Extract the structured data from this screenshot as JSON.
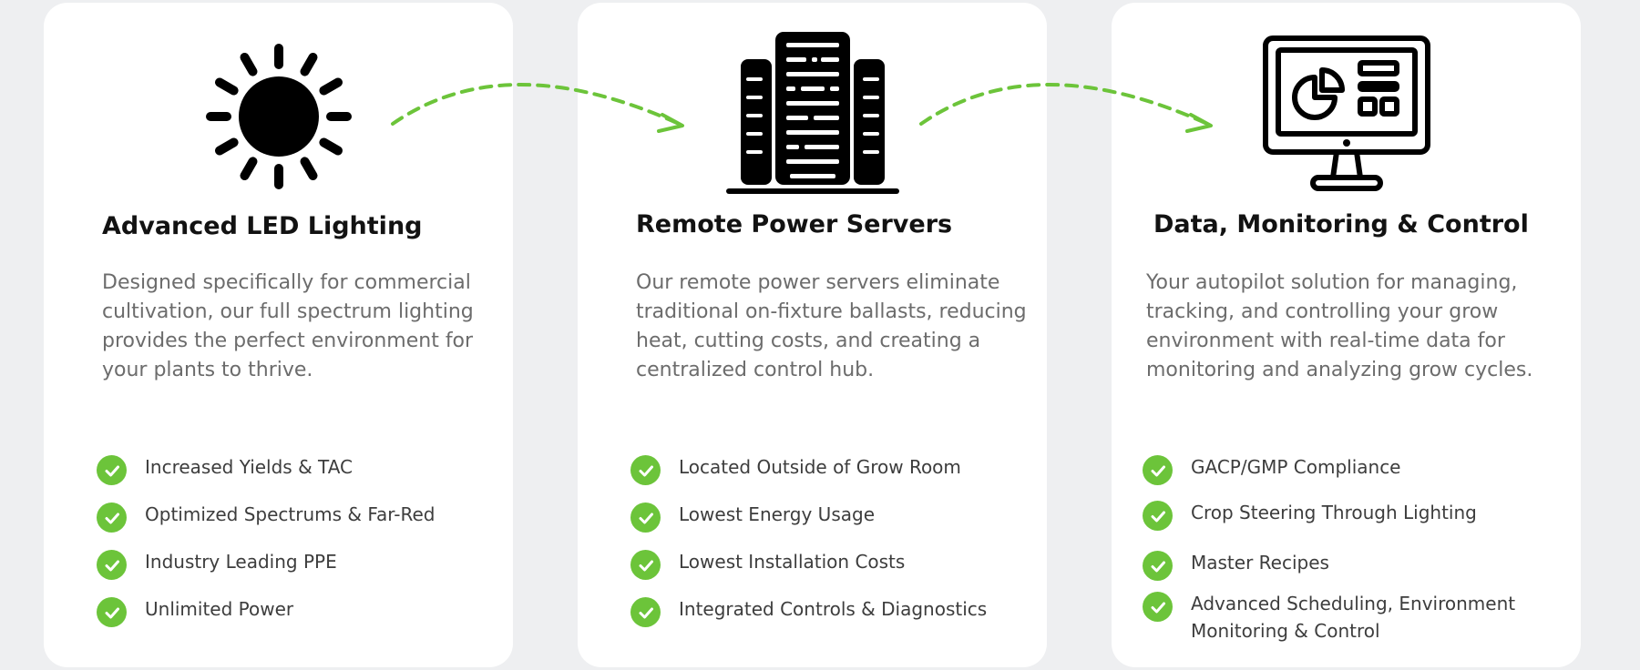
{
  "accent_color": "#6cc43a",
  "cards": [
    {
      "icon": "sun-icon",
      "title": "Advanced LED Lighting",
      "description": "Designed specifically for commercial cultivation, our full spectrum lighting provides the perfect environment for your plants to thrive.",
      "features": [
        "Increased Yields & TAC",
        "Optimized Spectrums & Far-Red",
        "Industry Leading PPE",
        "Unlimited Power"
      ]
    },
    {
      "icon": "server-building-icon",
      "title": "Remote Power Servers",
      "description": "Our remote power servers eliminate traditional on-fixture ballasts, reducing heat, cutting costs, and creating a centralized control hub.",
      "features": [
        "Located Outside of Grow Room",
        "Lowest Energy Usage",
        "Lowest Installation Costs",
        "Integrated Controls & Diagnostics"
      ]
    },
    {
      "icon": "monitor-dashboard-icon",
      "title": "Data, Monitoring & Control",
      "description": "Your autopilot solution for managing, tracking, and controlling your grow environment with real-time data for monitoring and analyzing grow cycles.",
      "features": [
        "GACP/GMP Compliance",
        "Crop Steering Through Lighting",
        "Master Recipes",
        "Advanced Scheduling, Environment Monitoring & Control"
      ]
    }
  ]
}
